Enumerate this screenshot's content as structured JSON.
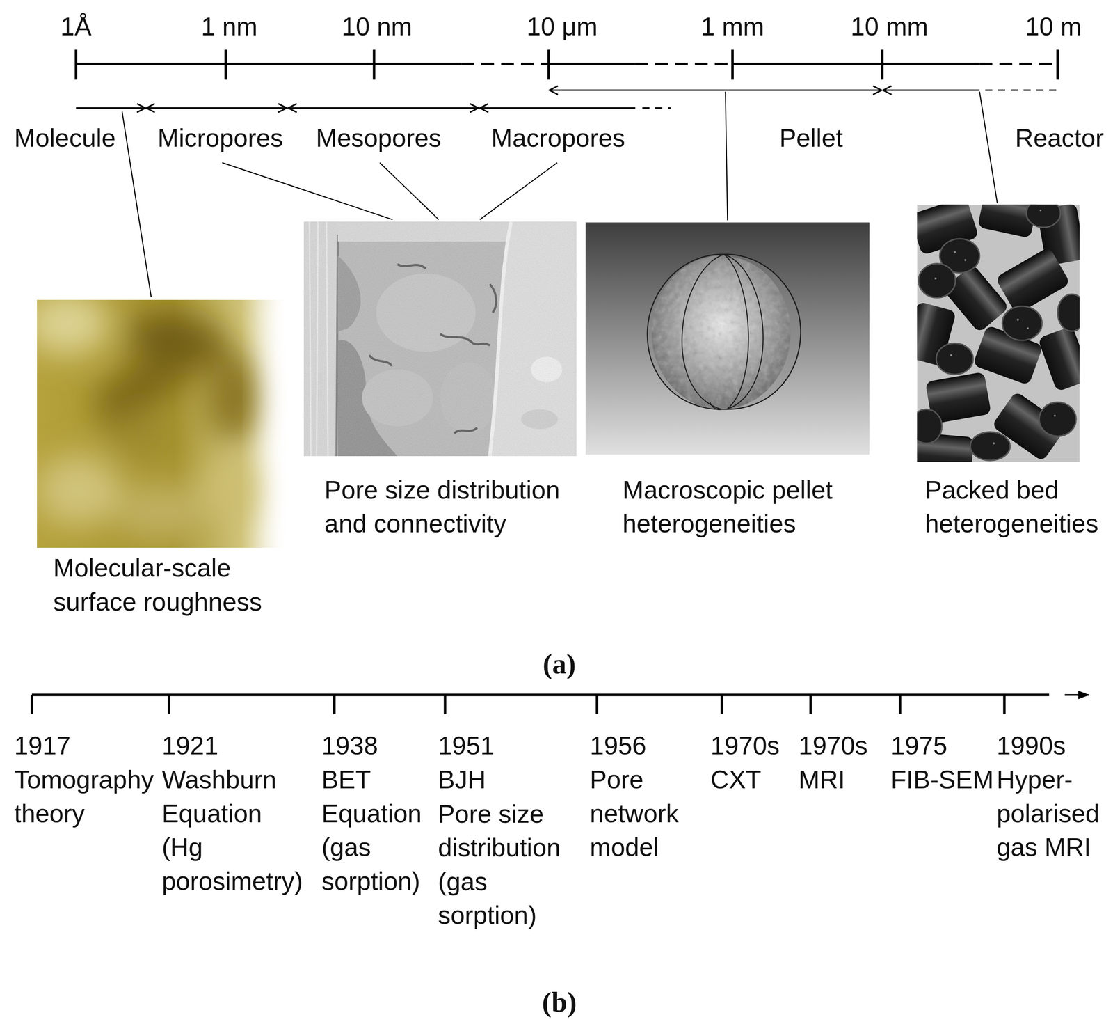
{
  "diagram": {
    "nodes": [
      {
        "text": [
          "Molecular-scale surface roughness"
        ]
      },
      {
        "text": [
          "Pore size distribution and connectivity"
        ]
      },
      {
        "text": [
          "Macroscopic pellet heterogeneities"
        ]
      },
      {
        "text": [
          "Packed bed heterogeneities"
        ]
      }
    ],
    "labels": [
      "1Å",
      "1 nm",
      "10 nm",
      "10 μm",
      "1 mm",
      "10 mm",
      "10 m",
      "Molecule",
      "Micropores",
      "Mesopores",
      "Macropores",
      "Pellet",
      "Reactor",
      "(a)",
      "1917",
      "Tomography theory",
      "1921",
      "Washburn Equation (Hg porosimetry)",
      "1938",
      "BET Equation (gas sorption)",
      "1951",
      "BJH",
      "Pore size distribution (gas sorption)",
      "1956",
      "Pore network model",
      "1970s",
      "CXT",
      "1970s",
      "MRI",
      "1975",
      "FIB-SEM",
      "1990s",
      "Hyper-polarised gas MRI",
      "(b)"
    ]
  }
}
